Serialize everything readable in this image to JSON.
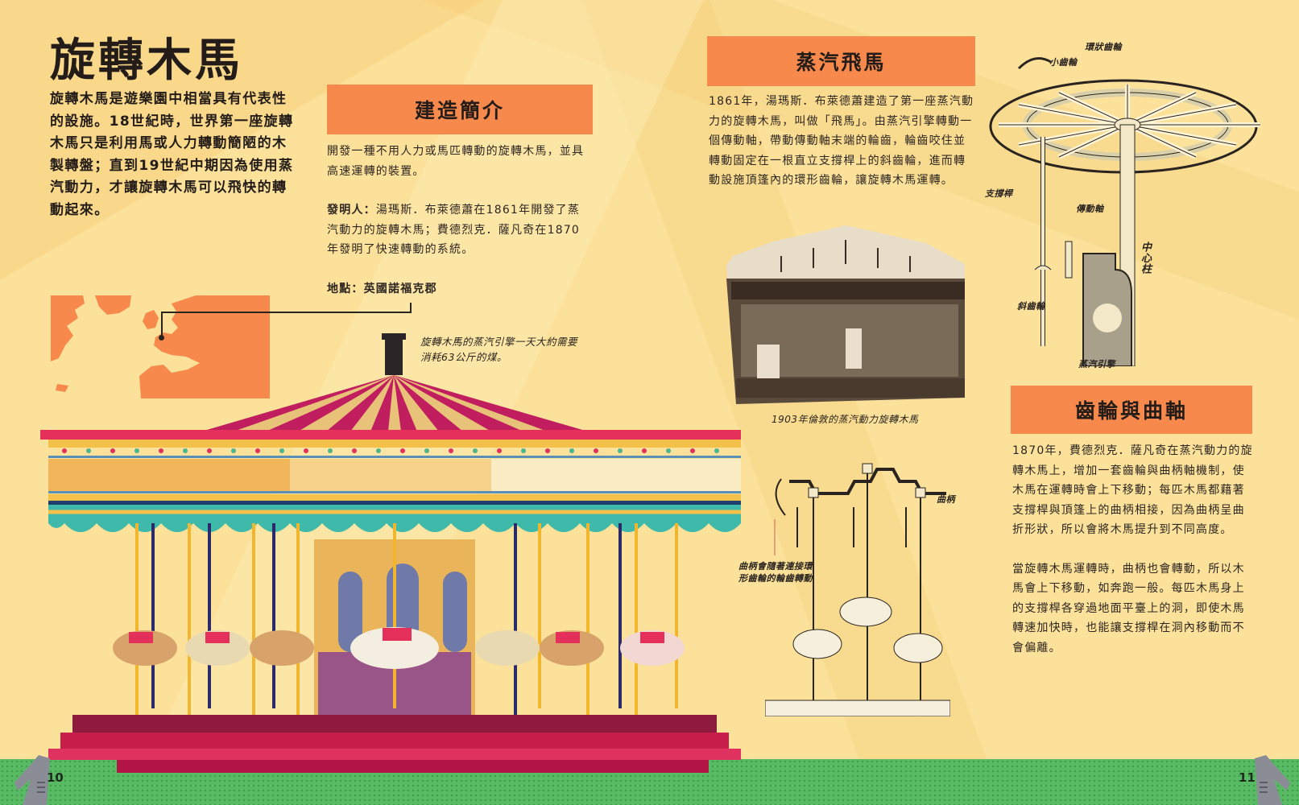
{
  "spread": {
    "left_page_number": "10",
    "right_page_number": "11"
  },
  "title": "旋轉木馬",
  "intro": "旋轉木馬是遊樂園中相當具有代表性的設施。18世紀時，世界第一座旋轉木馬只是利用馬或人力轉動簡陋的木製轉盤；直到19世紀中期因為使用蒸汽動力，才讓旋轉木馬可以飛快的轉動起來。",
  "construction": {
    "header": "建造簡介",
    "purpose": "開發一種不用人力或馬匹轉動的旋轉木馬，並具高速運轉的裝置。",
    "inventor_label": "發明人：",
    "inventor_text": "湯瑪斯．布萊德蕭在1861年開發了蒸汽動力的旋轉木馬；費德烈克．薩凡奇在1870年發明了快速轉動的系統。",
    "location_label": "地點：",
    "location_text": "英國諾福克郡"
  },
  "steam_note": {
    "line1": "旋轉木馬的蒸汽引擎一天大約需要",
    "line2": "消耗63公斤的煤。"
  },
  "steam_horse": {
    "header": "蒸汽飛馬",
    "body": "1861年，湯瑪斯．布萊德蕭建造了第一座蒸汽動力的旋轉木馬，叫做「飛馬」。由蒸汽引擎轉動一個傳動軸，帶動傳動軸末端的輪齒，輪齒咬住並轉動固定在一根直立支撐桿上的斜齒輪，進而轉動設施頂篷內的環形齒輪，讓旋轉木馬運轉。"
  },
  "photo": {
    "caption": "1903年倫敦的蒸汽動力旋轉木馬"
  },
  "gear_diagram": {
    "labels": {
      "ring_gear": "環狀齒輪",
      "pinion": "小齒輪",
      "support_rod": "支撐桿",
      "drive_shaft": "傳動軸",
      "center_pole": "中心柱",
      "bevel_gear": "斜齒輪",
      "steam_engine": "蒸汽引擎"
    }
  },
  "crank_diagram": {
    "crank_label": "曲柄",
    "note": "曲柄會隨著連接環形齒輪的輪齒轉動"
  },
  "gears_crank": {
    "header": "齒輪與曲軸",
    "para1": "1870年，費德烈克．薩凡奇在蒸汽動力的旋轉木馬上，增加一套齒輪與曲柄軸機制，使木馬在運轉時會上下移動；每匹木馬都藉著支撐桿與頂篷上的曲柄相接，因為曲柄呈曲折形狀，所以會將木馬提升到不同高度。",
    "para2": "當旋轉木馬運轉時，曲柄也會轉動，所以木馬會上下移動，如奔跑一般。每匹木馬身上的支撐桿各穿過地面平臺上的洞，即使木馬轉速加快時，也能讓支撐桿在洞內移動而不會偏離。"
  },
  "colors": {
    "background": "#fbe19a",
    "accent_orange": "#f7894c",
    "ground_green": "#58bb64",
    "canopy_magenta": "#c01e5e",
    "platform_pink": "#e0325e"
  }
}
